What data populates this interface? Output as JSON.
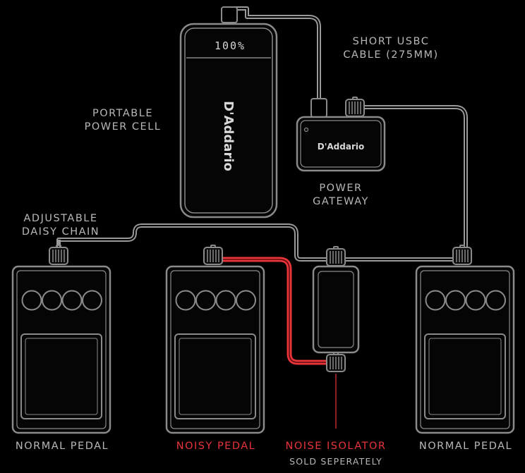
{
  "colors": {
    "background": "#000000",
    "outline": "#8a8a8a",
    "cable": "#9a9a9a",
    "noise_cable": "#e8343a",
    "label": "#b8b8b8",
    "noise_label": "#e8343a"
  },
  "power_cell": {
    "display": "100%",
    "brand": "D'Addario",
    "label_line1": "PORTABLE",
    "label_line2": "POWER CELL"
  },
  "usb_cable": {
    "label_line1": "SHORT USBC",
    "label_line2": "CABLE (275MM)"
  },
  "gateway": {
    "brand": "D'Addario",
    "label_line1": "POWER",
    "label_line2": "GATEWAY"
  },
  "daisy_chain": {
    "label_line1": "ADJUSTABLE",
    "label_line2": "DAISY CHAIN"
  },
  "pedals": [
    {
      "label": "NORMAL PEDAL",
      "noisy": false
    },
    {
      "label": "NOISY PEDAL",
      "noisy": true
    },
    {
      "label": "NORMAL PEDAL",
      "noisy": false
    }
  ],
  "isolator": {
    "label": "NOISE ISOLATOR",
    "sublabel": "SOLD SEPERATELY"
  }
}
